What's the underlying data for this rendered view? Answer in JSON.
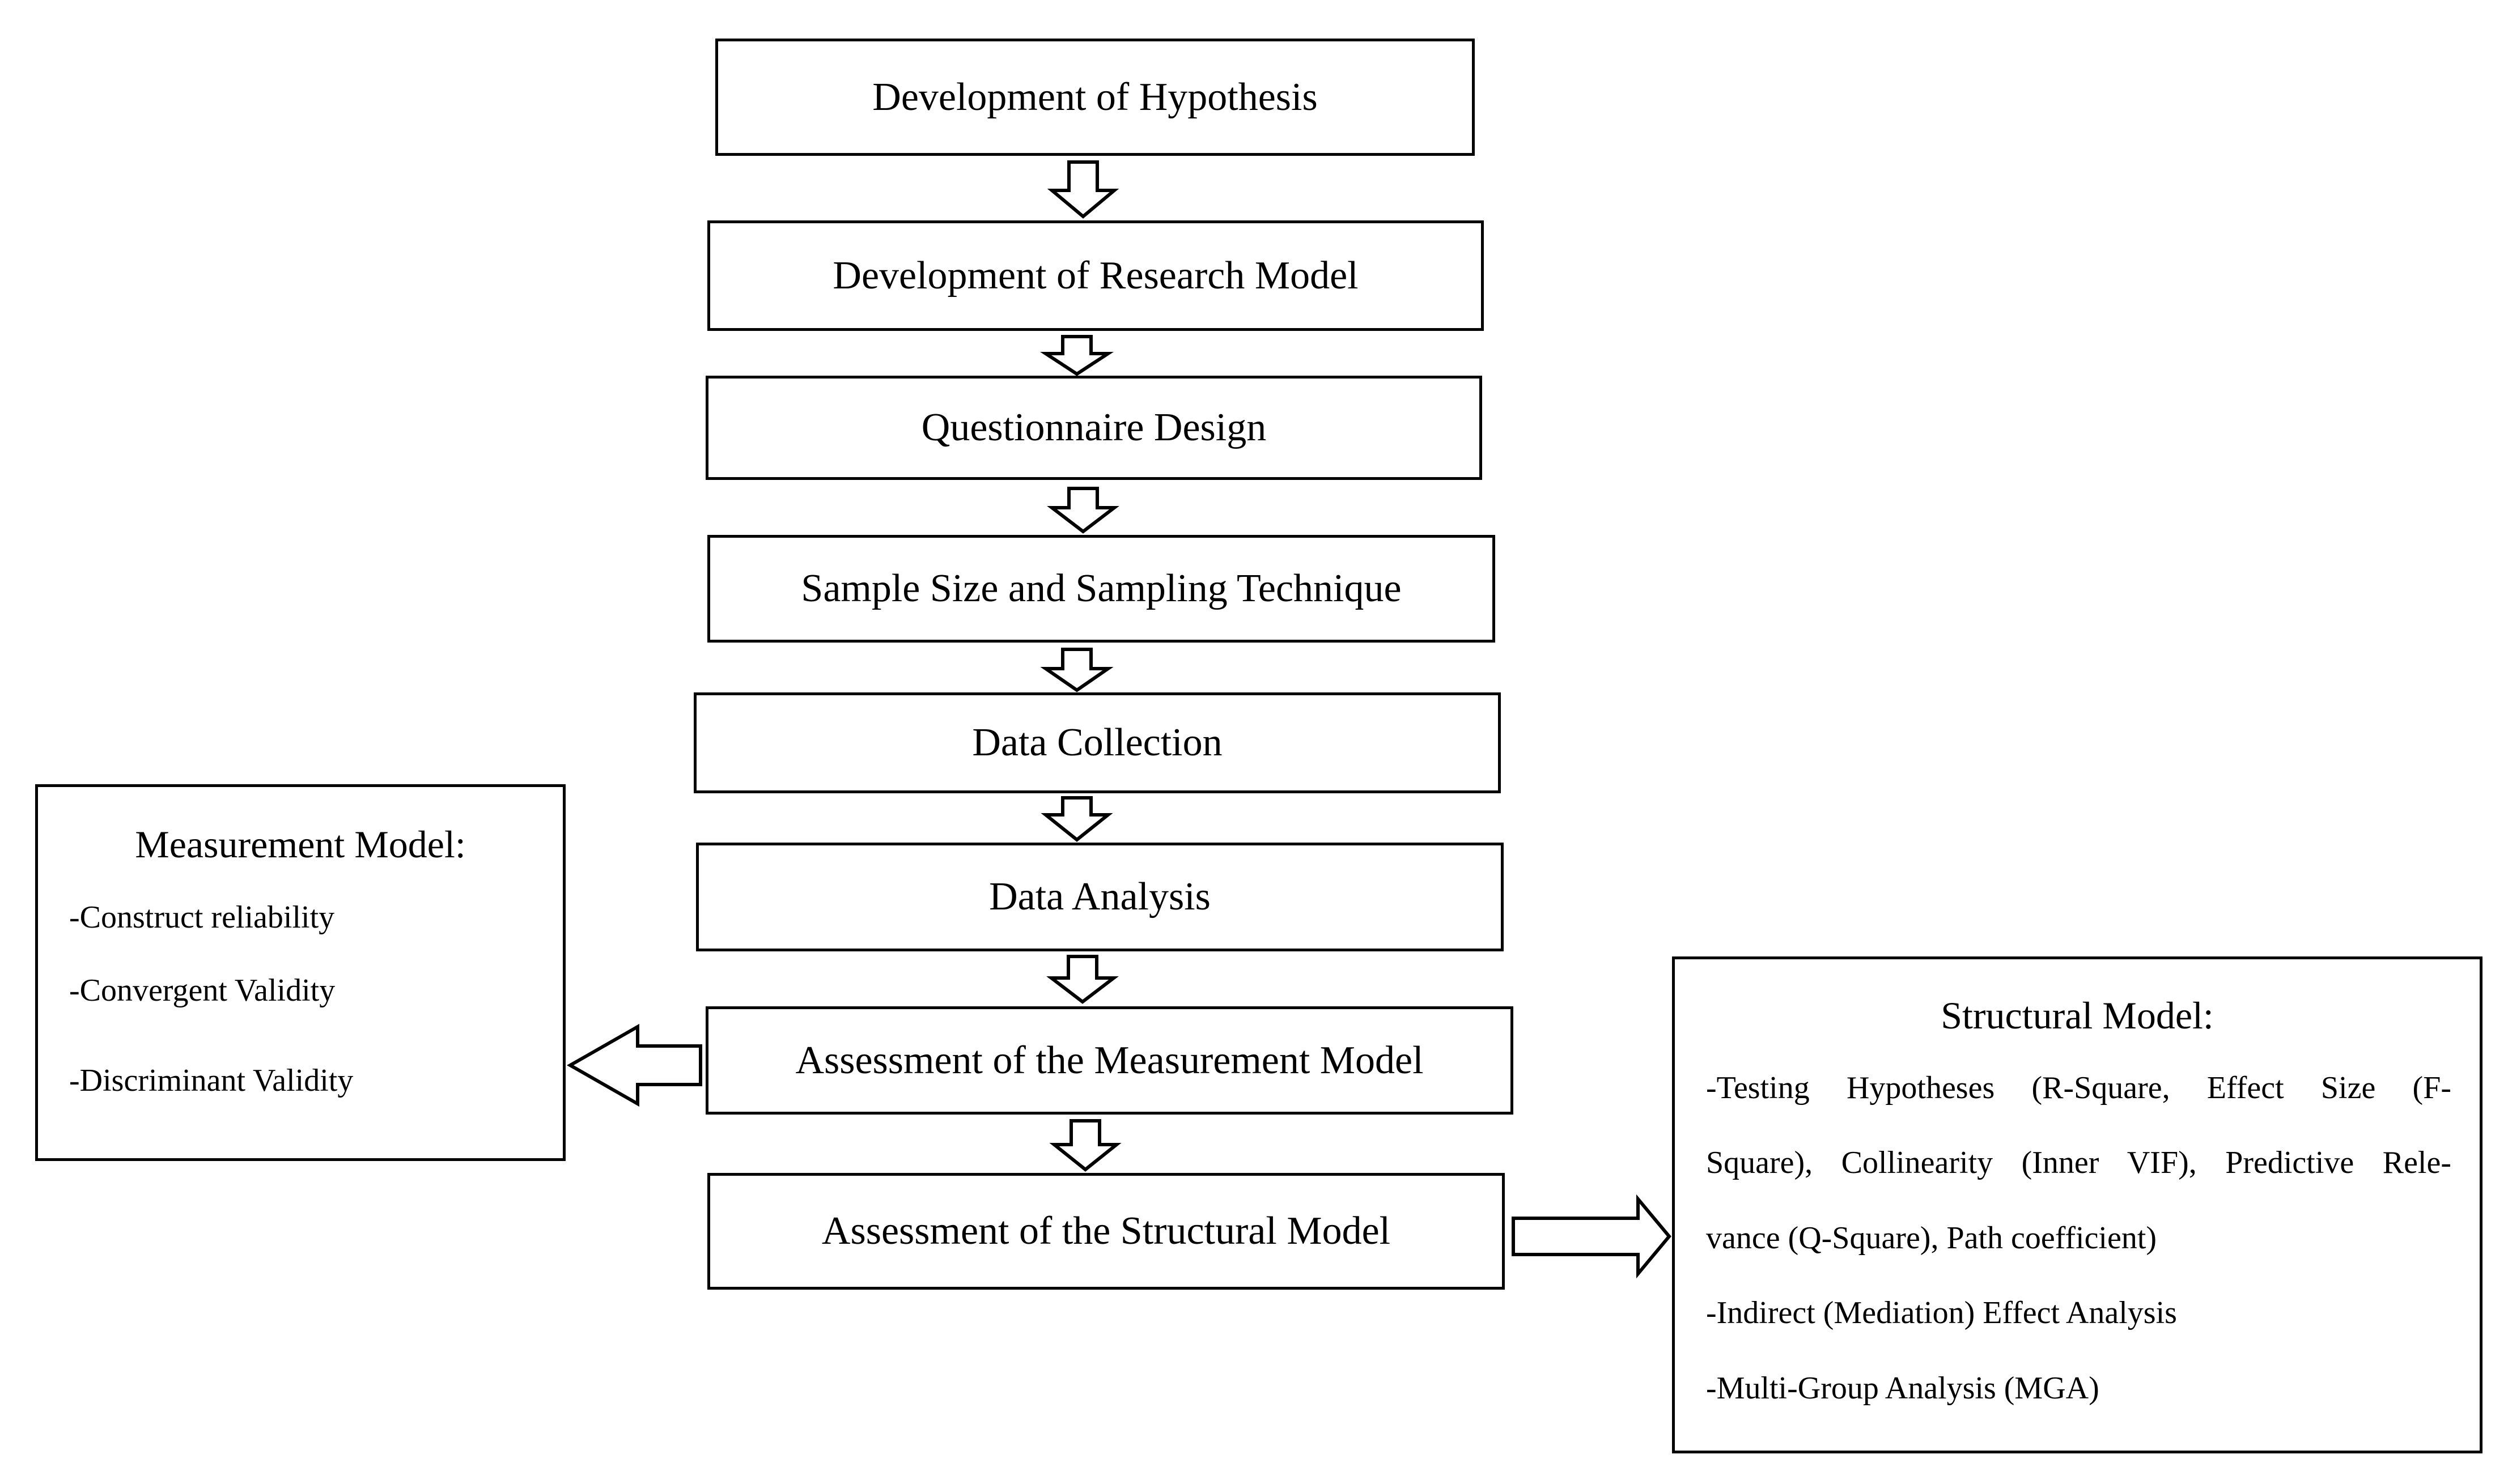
{
  "flow": {
    "step1": "Development of Hypothesis",
    "step2": "Development of Research Model",
    "step3": "Questionnaire Design",
    "step4": "Sample Size and Sampling Technique",
    "step5": "Data Collection",
    "step6": "Data Analysis",
    "step7": "Assessment of the Measurement Model",
    "step8": "Assessment of the Structural Model"
  },
  "measurement": {
    "title": "Measurement Model:",
    "items": [
      "-Construct reliability",
      "-Convergent Validity",
      "-Discriminant Validity"
    ]
  },
  "structural": {
    "title": "Structural Model:",
    "lines": [
      "-Testing Hypotheses (R-Square, Effect Size (F-",
      "Square), Collinearity (Inner VIF), Predictive Rele-",
      "vance (Q-Square), Path coefficient)",
      "-Indirect (Mediation) Effect Analysis",
      "-Multi-Group Analysis (MGA)"
    ]
  }
}
